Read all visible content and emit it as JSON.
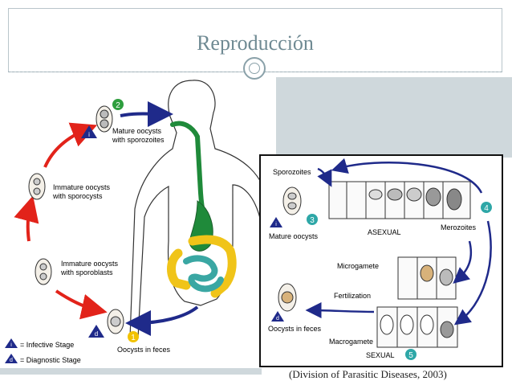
{
  "slide": {
    "title": "Reproducción",
    "caption": "(Division of Parasitic Diseases, 2003)"
  },
  "diagram": {
    "numbers": [
      "1",
      "2",
      "3",
      "4",
      "5"
    ],
    "letters": [
      "i",
      "d"
    ],
    "labels": {
      "mature_oocysts_sporozoites_1": "Mature oocysts",
      "mature_oocysts_sporozoites_2": "with sporozoites",
      "immature_sporocysts_1": "Immature oocysts",
      "immature_sporocysts_2": "with sporocysts",
      "immature_sporoblasts_1": "Immature oocysts",
      "immature_sporoblasts_2": "with sporoblasts",
      "oocysts_in_feces_left": "Oocysts in feces",
      "sporozoites": "Sporozoites",
      "mature_oocysts": "Mature oocysts",
      "asexual": "ASEXUAL",
      "merozoites": "Merozoites",
      "microgamete": "Microgamete",
      "fertilization": "Fertilization",
      "oocysts_in_feces_right": "Oocysts in feces",
      "macrogamete": "Macrogamete",
      "sexual": "SEXUAL"
    },
    "legend": {
      "infective": "= Infective Stage",
      "diagnostic": "= Diagnostic Stage"
    },
    "colors": {
      "red_arrow": "#e2231a",
      "blue_arrow": "#1f2a8a",
      "gut_green": "#1f8a3a",
      "colon_yellow": "#f0c419",
      "intestine_teal": "#3aa7a3",
      "badge_green": "#2e9e3e",
      "badge_yellow": "#f2c200",
      "badge_teal": "#2ea7a7"
    }
  }
}
